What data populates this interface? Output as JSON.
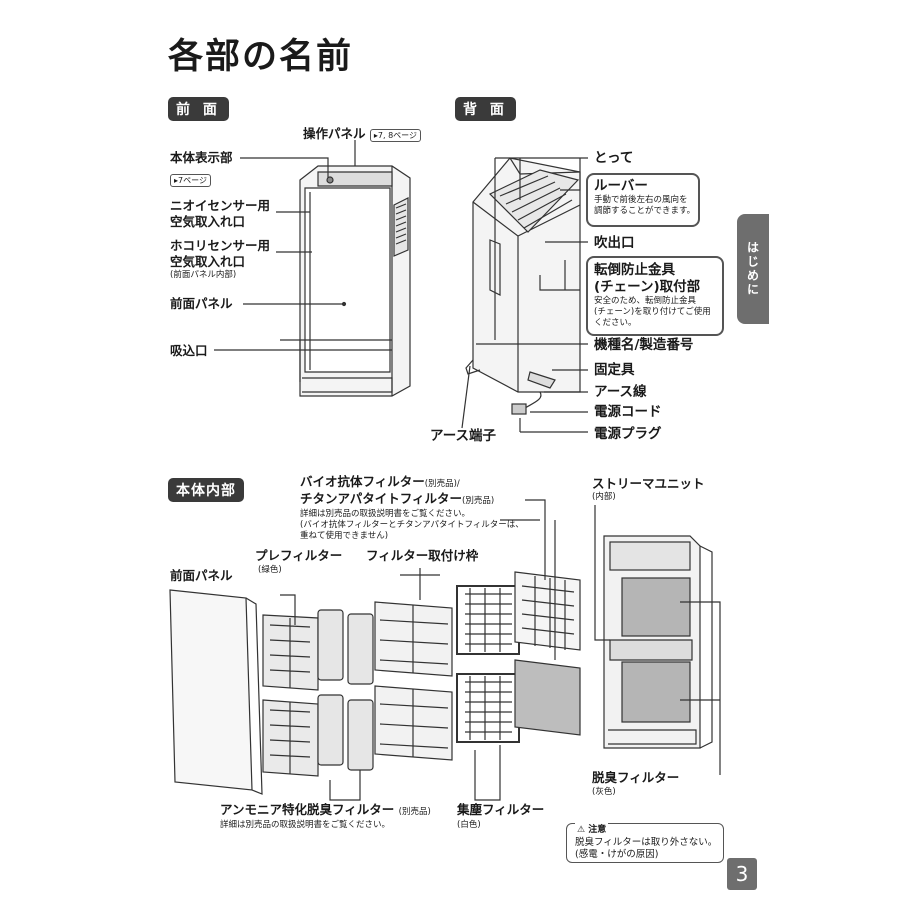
{
  "title": "各部の名前",
  "side_tab": "はじめに",
  "page_number": "3",
  "front": {
    "heading": "前 面",
    "control_panel": "操作パネル",
    "control_panel_ref": "▸7, 8ページ",
    "display": "本体表示部",
    "display_ref": "▸7ページ",
    "odor_sensor_1": "ニオイセンサー用",
    "odor_sensor_2": "空気取入れ口",
    "dust_sensor_1": "ホコリセンサー用",
    "dust_sensor_2": "空気取入れ口",
    "dust_sensor_note": "(前面パネル内部)",
    "front_panel": "前面パネル",
    "intake": "吸込口"
  },
  "back": {
    "heading": "背 面",
    "handle": "とって",
    "louver": "ルーバー",
    "louver_note_1": "手動で前後左右の風向を",
    "louver_note_2": "調節することができます。",
    "outlet": "吹出口",
    "tip_1": "転倒防止金具",
    "tip_2": "(チェーン)取付部",
    "tip_note_1": "安全のため、転倒防止金具",
    "tip_note_2": "(チェーン)を取り付けてご使用",
    "tip_note_3": "ください。",
    "model": "機種名/製造番号",
    "fixture": "固定具",
    "earth_wire": "アース線",
    "power_cord": "電源コード",
    "power_plug": "電源プラグ",
    "earth_terminal": "アース端子"
  },
  "inside": {
    "heading": "本体内部",
    "bio_filter_1": "バイオ抗体フィルター",
    "bio_filter_1_sub": "(別売品)/",
    "bio_filter_2": "チタンアパタイトフィルター",
    "bio_filter_2_sub": "(別売品)",
    "bio_note_1": "詳細は別売品の取扱説明書をご覧ください。",
    "bio_note_2": "(バイオ抗体フィルターとチタンアパタイトフィルターは、",
    "bio_note_3": "重ねて使用できません)",
    "streamer": "ストリーマユニット",
    "streamer_sub": "(内部)",
    "pre_filter": "プレフィルター",
    "pre_filter_sub": "(緑色)",
    "filter_frame": "フィルター取付け枠",
    "front_panel": "前面パネル",
    "ammonia": "アンモニア特化脱臭フィルター",
    "ammonia_sub": "(別売品)",
    "ammonia_note": "詳細は別売品の取扱説明書をご覧ください。",
    "dust_filter": "集塵フィルター",
    "dust_filter_sub": "(白色)",
    "deodor": "脱臭フィルター",
    "deodor_sub": "(灰色)"
  },
  "caution": {
    "icon": "warning-triangle-icon",
    "title": "注意",
    "line_1": "脱臭フィルターは取り外さない。",
    "line_2": "(感電・けがの原因)"
  }
}
